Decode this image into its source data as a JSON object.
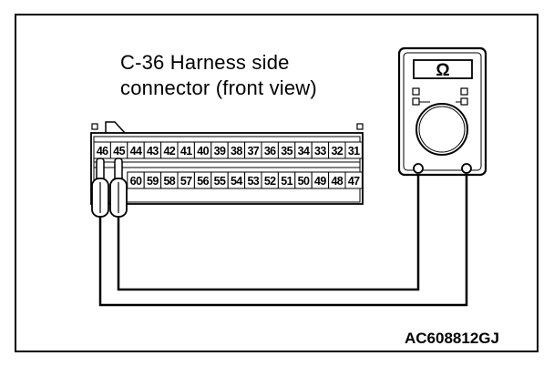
{
  "title": {
    "line1": "C-36 Harness side",
    "line2": "connector (front view)"
  },
  "figure_id": "AC608812GJ",
  "connector": {
    "top_row": [
      "46",
      "45",
      "44",
      "43",
      "42",
      "41",
      "40",
      "39",
      "38",
      "37",
      "36",
      "35",
      "34",
      "33",
      "32",
      "31"
    ],
    "bottom_row": [
      "60",
      "59",
      "58",
      "57",
      "56",
      "55",
      "54",
      "53",
      "52",
      "51",
      "50",
      "49",
      "48",
      "47"
    ]
  },
  "meter": {
    "symbol": "Ω"
  }
}
